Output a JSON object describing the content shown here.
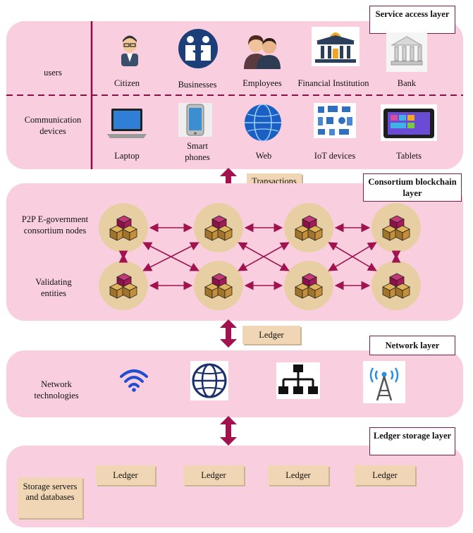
{
  "service_layer": {
    "tag": "Service access layer",
    "users_label": "users",
    "devices_label": "Communication devices",
    "users": [
      "Citizen",
      "Businesses",
      "Employees",
      "Financial Institution",
      "Bank"
    ],
    "devices": [
      "Laptop",
      "Smart phones",
      "Web",
      "IoT devices",
      "Tablets"
    ]
  },
  "connectors": {
    "transactions": "Transactions",
    "ledger": "Ledger"
  },
  "blockchain_layer": {
    "tag": "Consortium blockchain layer",
    "nodes_label": "P2P E-government consortium nodes",
    "validators_label": "Validating entities"
  },
  "network_layer": {
    "tag": "Network layer",
    "label": "Network technologies",
    "icons": [
      "wifi-icon",
      "globe-icon",
      "network-topology-icon",
      "cell-tower-icon"
    ]
  },
  "storage_layer": {
    "tag": "Ledger storage layer",
    "label": "Storage servers and databases",
    "ledgers": [
      "Ledger",
      "Ledger",
      "Ledger",
      "Ledger"
    ]
  },
  "colors": {
    "layer_bg": "#f9cfdf",
    "accent": "#a0134f",
    "node_bg": "#e8cfa3",
    "note_bg": "#f0d6b4"
  }
}
